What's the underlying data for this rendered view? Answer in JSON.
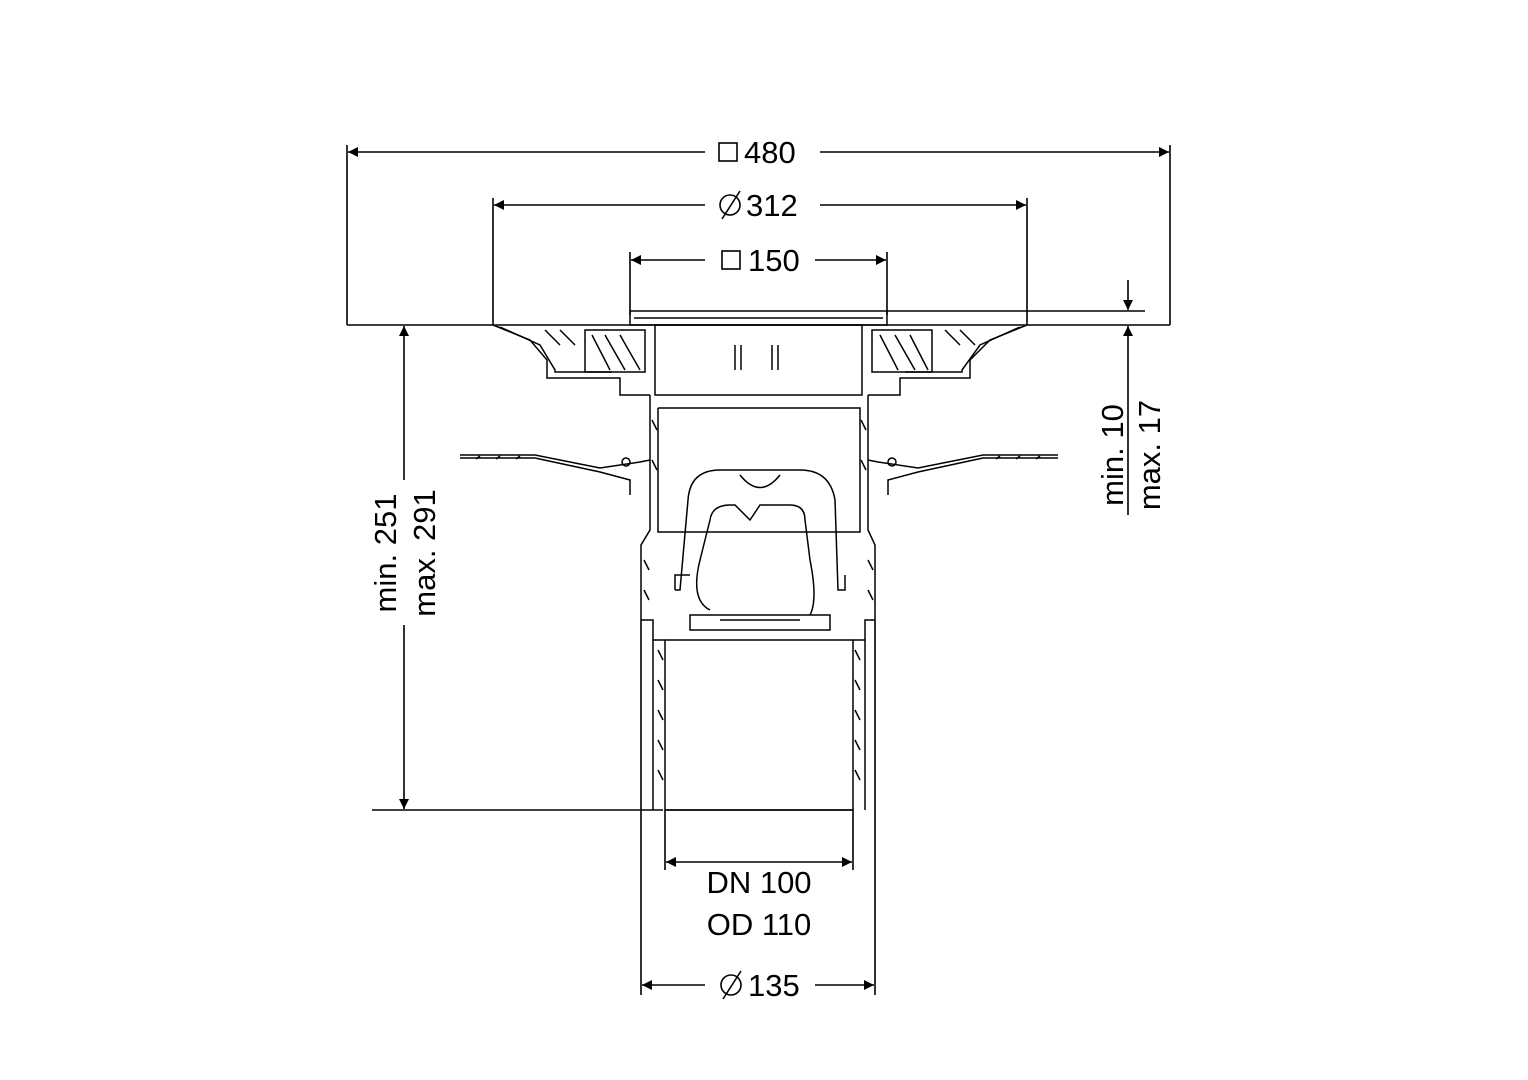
{
  "dimensions": {
    "overall_width": {
      "symbol": "□",
      "value": "480"
    },
    "flange_diameter": {
      "symbol": "⌀",
      "value": "312"
    },
    "grating_size": {
      "symbol": "□",
      "value": "150"
    },
    "height_min": "min. 251",
    "height_max": "max. 291",
    "grating_offset_min": "min. 10",
    "grating_offset_max": "max. 17",
    "outlet_dn": "DN 100",
    "outlet_od": "OD 110",
    "body_diameter": {
      "symbol": "⌀",
      "value": "135"
    }
  }
}
